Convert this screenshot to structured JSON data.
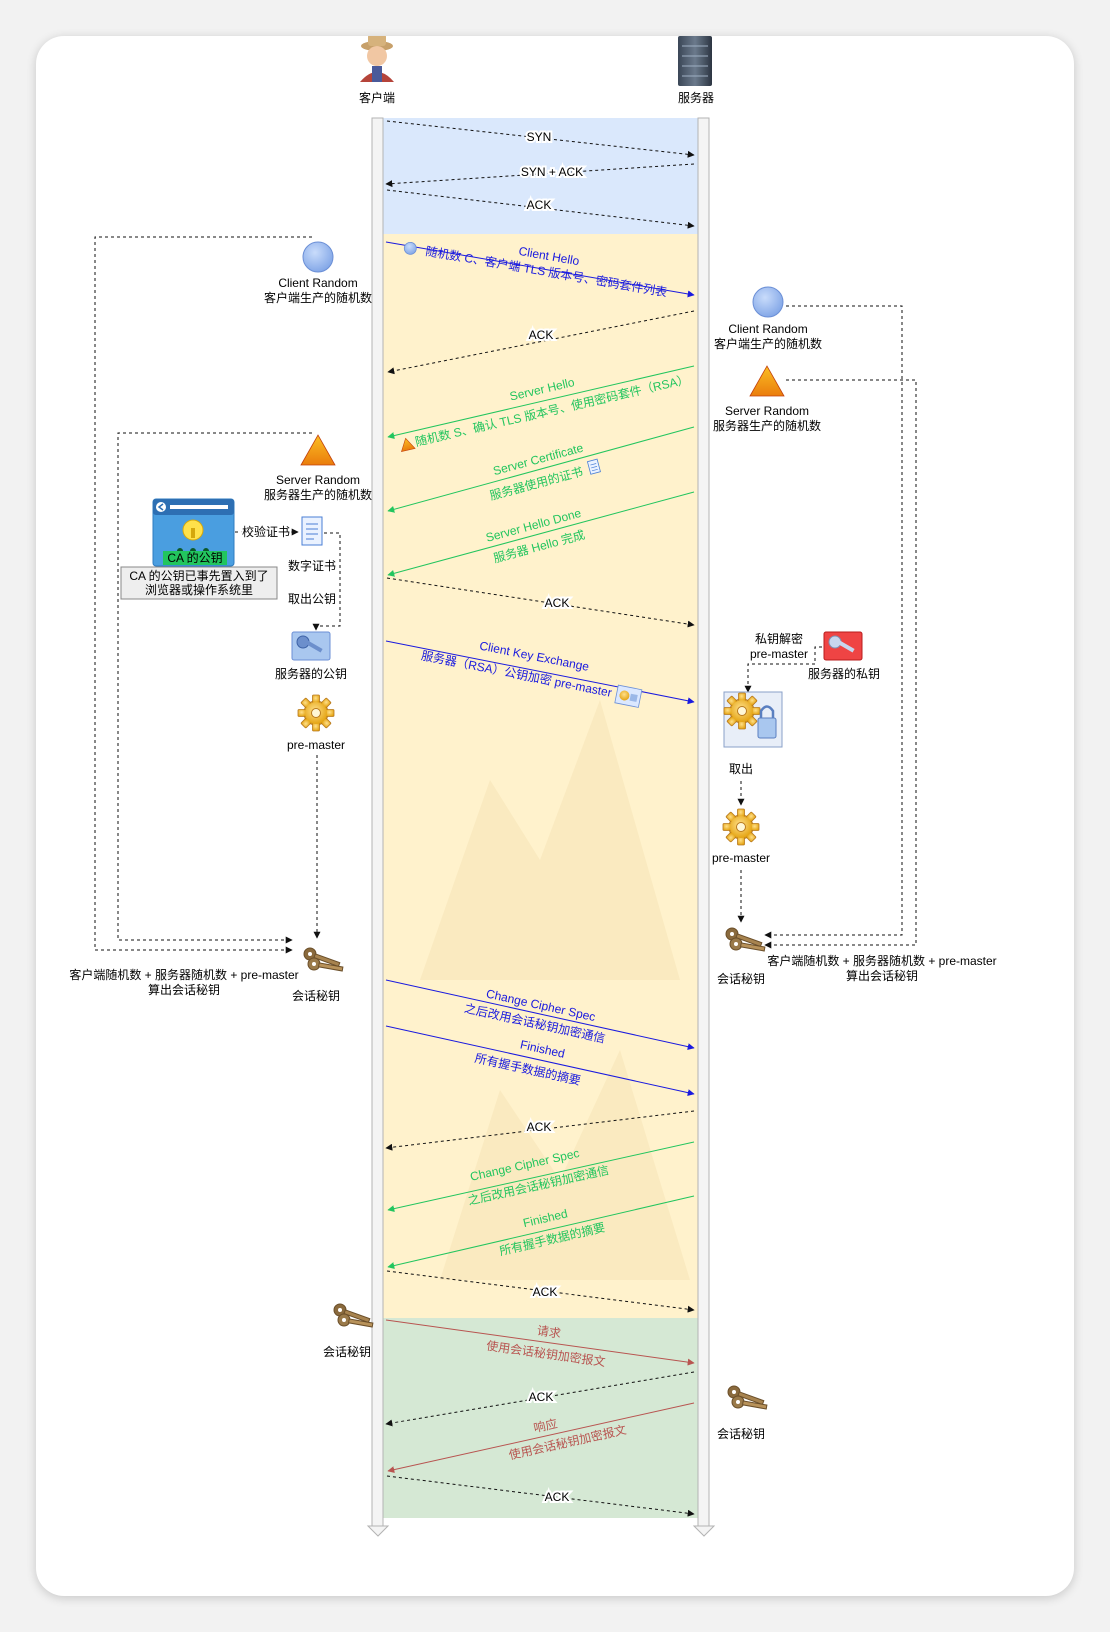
{
  "actors": {
    "client": "客户端",
    "server": "服务器"
  },
  "messages": [
    {
      "id": "syn",
      "lines": [
        "SYN"
      ]
    },
    {
      "id": "synack",
      "lines": [
        "SYN + ACK"
      ]
    },
    {
      "id": "ack1",
      "lines": [
        "ACK"
      ]
    },
    {
      "id": "client-hello",
      "lines": [
        "Client Hello",
        "随机数 C、客户端 TLS 版本号、密码套件列表"
      ]
    },
    {
      "id": "ack2",
      "lines": [
        "ACK"
      ]
    },
    {
      "id": "server-hello",
      "lines": [
        "Server Hello",
        "随机数 S、确认 TLS 版本号、使用密码套件（RSA）"
      ]
    },
    {
      "id": "server-cert",
      "lines": [
        "Server Certificate",
        "服务器使用的证书"
      ]
    },
    {
      "id": "server-done",
      "lines": [
        "Server Hello Done",
        "服务器 Hello 完成"
      ]
    },
    {
      "id": "ack3",
      "lines": [
        "ACK"
      ]
    },
    {
      "id": "client-key",
      "lines": [
        "Client Key Exchange",
        "服务器（RSA）公钥加密 pre-master"
      ]
    },
    {
      "id": "c-ccs",
      "lines": [
        "Change Cipher Spec",
        "之后改用会话秘钥加密通信"
      ]
    },
    {
      "id": "c-fin",
      "lines": [
        "Finished",
        "所有握手数据的摘要"
      ]
    },
    {
      "id": "ack4",
      "lines": [
        "ACK"
      ]
    },
    {
      "id": "s-ccs",
      "lines": [
        "Change Cipher Spec",
        "之后改用会话秘钥加密通信"
      ]
    },
    {
      "id": "s-fin",
      "lines": [
        "Finished",
        "所有握手数据的摘要"
      ]
    },
    {
      "id": "ack5",
      "lines": [
        "ACK"
      ]
    },
    {
      "id": "request",
      "lines": [
        "请求",
        "使用会话秘钥加密报文"
      ]
    },
    {
      "id": "ack6",
      "lines": [
        "ACK"
      ]
    },
    {
      "id": "response",
      "lines": [
        "响应",
        "使用会话秘钥加密报文"
      ]
    },
    {
      "id": "ack7",
      "lines": [
        "ACK"
      ]
    }
  ],
  "labels": {
    "client_random": [
      "Client Random",
      "客户端生产的随机数"
    ],
    "server_random": [
      "Server Random",
      "服务器生产的随机数"
    ],
    "ca_key": "CA 的公钥",
    "ca_note": [
      "CA 的公钥已事先置入到了",
      "浏览器或操作系统里"
    ],
    "verify_cert": "校验证书",
    "digital_cert": "数字证书",
    "extract_pubkey": "取出公钥",
    "server_pubkey": "服务器的公钥",
    "pre_master": "pre-master",
    "decrypt": [
      "私钥解密",
      "pre-master"
    ],
    "server_privkey": "服务器的私钥",
    "extract": "取出",
    "session_formula": [
      "客户端随机数 + 服务器随机数 +  pre-master",
      "算出会话秘钥"
    ],
    "session_key": "会话秘钥"
  },
  "colors": {
    "tcp_zone": "#dae8fc",
    "tls_zone": "#fff2cc",
    "data_zone": "#d5e8d4",
    "client_msg": "#1a1adf",
    "server_msg": "#22c55e",
    "data_msg": "#b85450",
    "random_circle": "#9ab9ec",
    "random_triangle": "#f59e0b"
  }
}
